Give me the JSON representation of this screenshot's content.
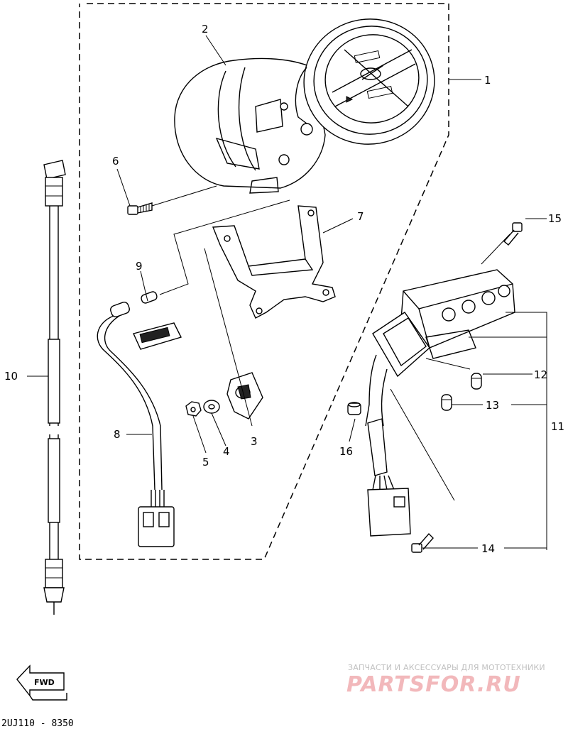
{
  "callouts": [
    {
      "id": "1",
      "label": "1"
    },
    {
      "id": "2",
      "label": "2"
    },
    {
      "id": "3",
      "label": "3"
    },
    {
      "id": "4",
      "label": "4"
    },
    {
      "id": "5",
      "label": "5"
    },
    {
      "id": "6",
      "label": "6"
    },
    {
      "id": "7",
      "label": "7"
    },
    {
      "id": "8",
      "label": "8"
    },
    {
      "id": "9",
      "label": "9"
    },
    {
      "id": "10",
      "label": "10"
    },
    {
      "id": "11",
      "label": "11"
    },
    {
      "id": "12",
      "label": "12"
    },
    {
      "id": "13",
      "label": "13"
    },
    {
      "id": "14",
      "label": "14"
    },
    {
      "id": "15",
      "label": "15"
    },
    {
      "id": "16",
      "label": "16"
    }
  ],
  "fwd_label": "FWD",
  "diagram_code": "2UJ110 - 8350",
  "watermark": {
    "tagline": "ЗАПЧАСТИ И АКСЕССУАРЫ ДЛЯ МОТОТЕХНИКИ",
    "logo": "PARTSFOR.RU",
    "color": "#e23b44"
  }
}
